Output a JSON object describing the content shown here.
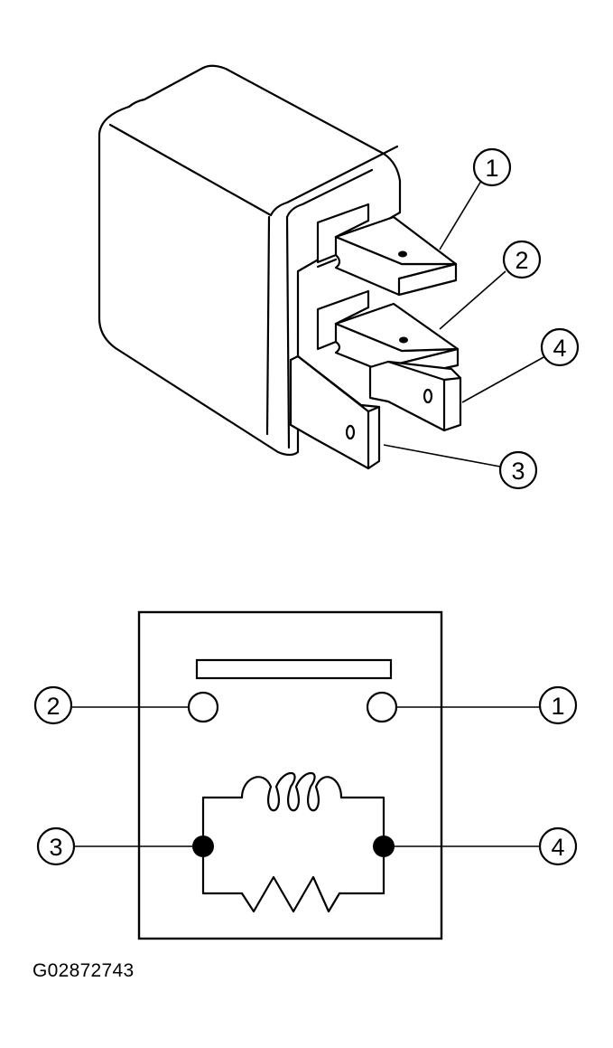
{
  "callouts": {
    "top_1": "1",
    "top_2": "2",
    "top_3": "3",
    "top_4": "4",
    "bottom_1": "1",
    "bottom_2": "2",
    "bottom_3": "3",
    "bottom_4": "4"
  },
  "figure_code": "G02872743",
  "colors": {
    "ink": "#000000",
    "paper": "#ffffff"
  }
}
